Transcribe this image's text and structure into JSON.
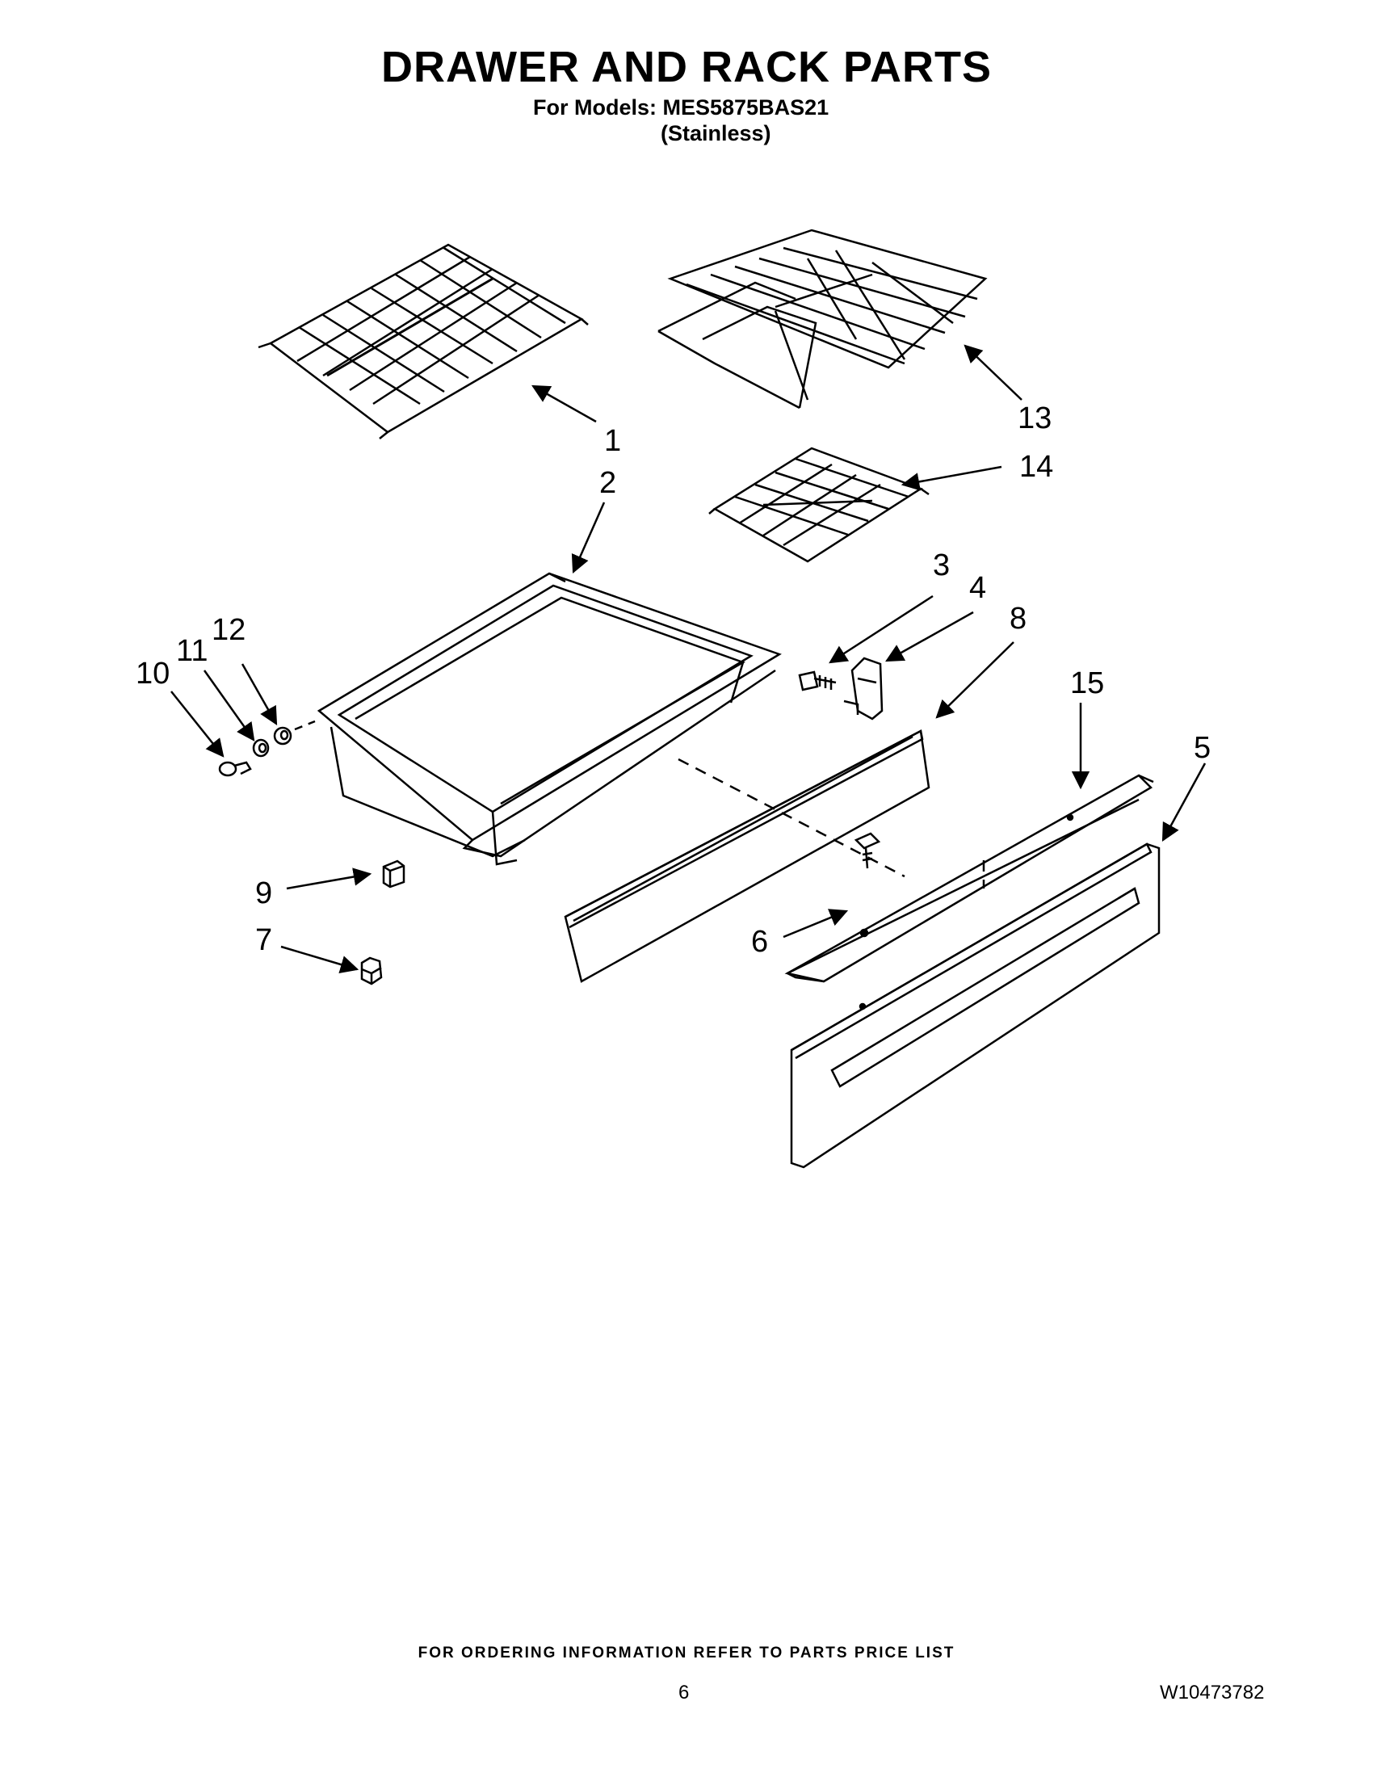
{
  "header": {
    "title": "DRAWER AND RACK PARTS",
    "models_line": "For Models: MES5875BAS21",
    "variant": "(Stainless)"
  },
  "callouts": {
    "c1": "1",
    "c2": "2",
    "c3": "3",
    "c4": "4",
    "c5": "5",
    "c6": "6",
    "c7": "7",
    "c8": "8",
    "c9": "9",
    "c10": "10",
    "c11": "11",
    "c12": "12",
    "c13": "13",
    "c14": "14",
    "c15": "15"
  },
  "footer": {
    "ordering_note": "FOR ORDERING INFORMATION REFER TO PARTS PRICE LIST",
    "page_number": "6",
    "document_number": "W10473782"
  }
}
